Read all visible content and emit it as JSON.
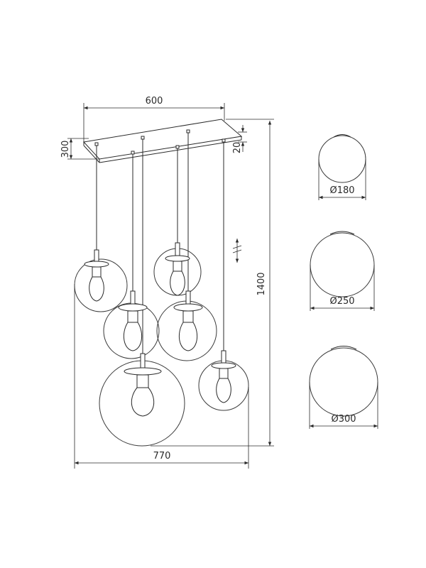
{
  "dimensions": {
    "top_width": "600",
    "canopy_height": "300",
    "canopy_thickness": "20",
    "total_height": "1400",
    "overall_width": "770"
  },
  "shade_sizes": [
    {
      "label": "Ø180"
    },
    {
      "label": "Ø250"
    },
    {
      "label": "Ø300"
    }
  ],
  "colors": {
    "line": "#2a2a2a",
    "background": "#ffffff"
  }
}
